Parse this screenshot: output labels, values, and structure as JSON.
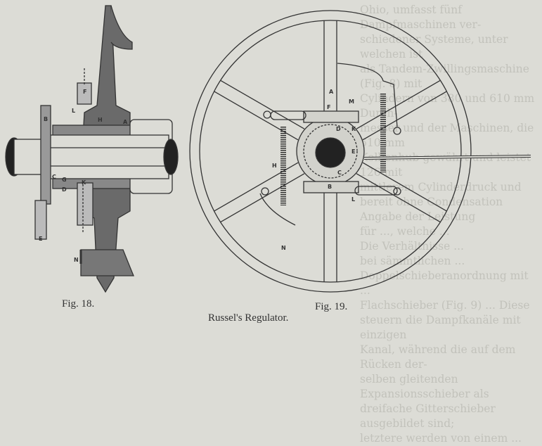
{
  "background_text": [
    "Ohio, umfasst fünf Dampfmaschinen ver-",
    "schiedener Systeme, unter welchen ist",
    "als Tandem-Zwillingsmaschine (Fig. 8) mit",
    "Cylindern von 380 und 610 mm Durch-",
    "messer und der Maschinen, die 610 mm",
    "Kolbenhub gewährt und leistet 126 mit",
    "mittlerem Cylinderdruck und",
    "bereit ohne Condensation",
    "Angabe der Leistung",
    "für ..., welche ...",
    "Die Verhältnisse ...",
    "bei sämmtlichen ...",
    "Doppelschieberanordnung mit ...",
    "Flachschieber (Fig. 9) ... Diese",
    "steuern die Dampfkanäle mit einzigen",
    "Kanal, während die auf dem Rücken der-",
    "selben gleitenden Expansionsschieber als",
    "dreifache Gitterschieber ausgebildet sind;",
    "letztere werden von einem ..."
  ],
  "fig18": {
    "caption": "Fig. 18.",
    "labels": {
      "A": "A",
      "B": "B",
      "C": "C",
      "D": "D",
      "E": "E",
      "F": "F",
      "G": "G",
      "H": "H",
      "K": "K",
      "L": "L",
      "N": "N"
    }
  },
  "fig19": {
    "caption": "Fig. 19.",
    "labels": {
      "A": "A",
      "B": "B",
      "C": "C",
      "D": "D",
      "E": "E",
      "F": "F",
      "H": "H",
      "K": "K",
      "L": "L",
      "M": "M",
      "N": "N"
    }
  },
  "figure_title": "Russel's Regulator."
}
